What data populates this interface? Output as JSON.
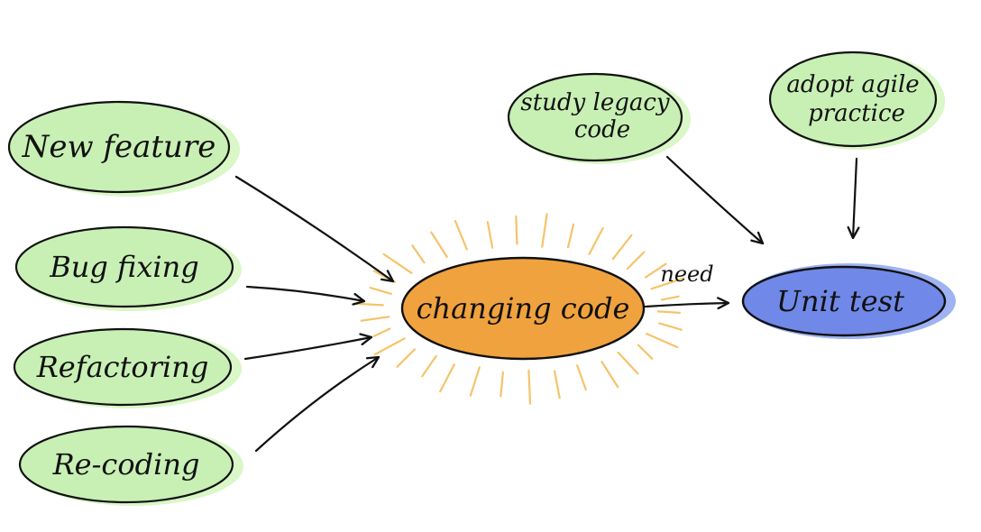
{
  "colors": {
    "source_fill": "#c8f0b4",
    "source_glow": "#d9f7c7",
    "center_fill": "#f0a23e",
    "rays": "#f5c36b",
    "target_fill": "#7088e8",
    "target_glow": "#9fb3f2",
    "stroke": "#111111"
  },
  "nodes": {
    "new_feature": "New feature",
    "bug_fixing": "Bug fixing",
    "refactoring": "Refactoring",
    "re_coding": "Re-coding",
    "study_legacy_line1": "study legacy",
    "study_legacy_line2": "code",
    "adopt_agile_line1": "adopt agile",
    "adopt_agile_line2": "practice",
    "changing_code": "changing code",
    "unit_test": "Unit test"
  },
  "edges": {
    "need_label": "need"
  }
}
